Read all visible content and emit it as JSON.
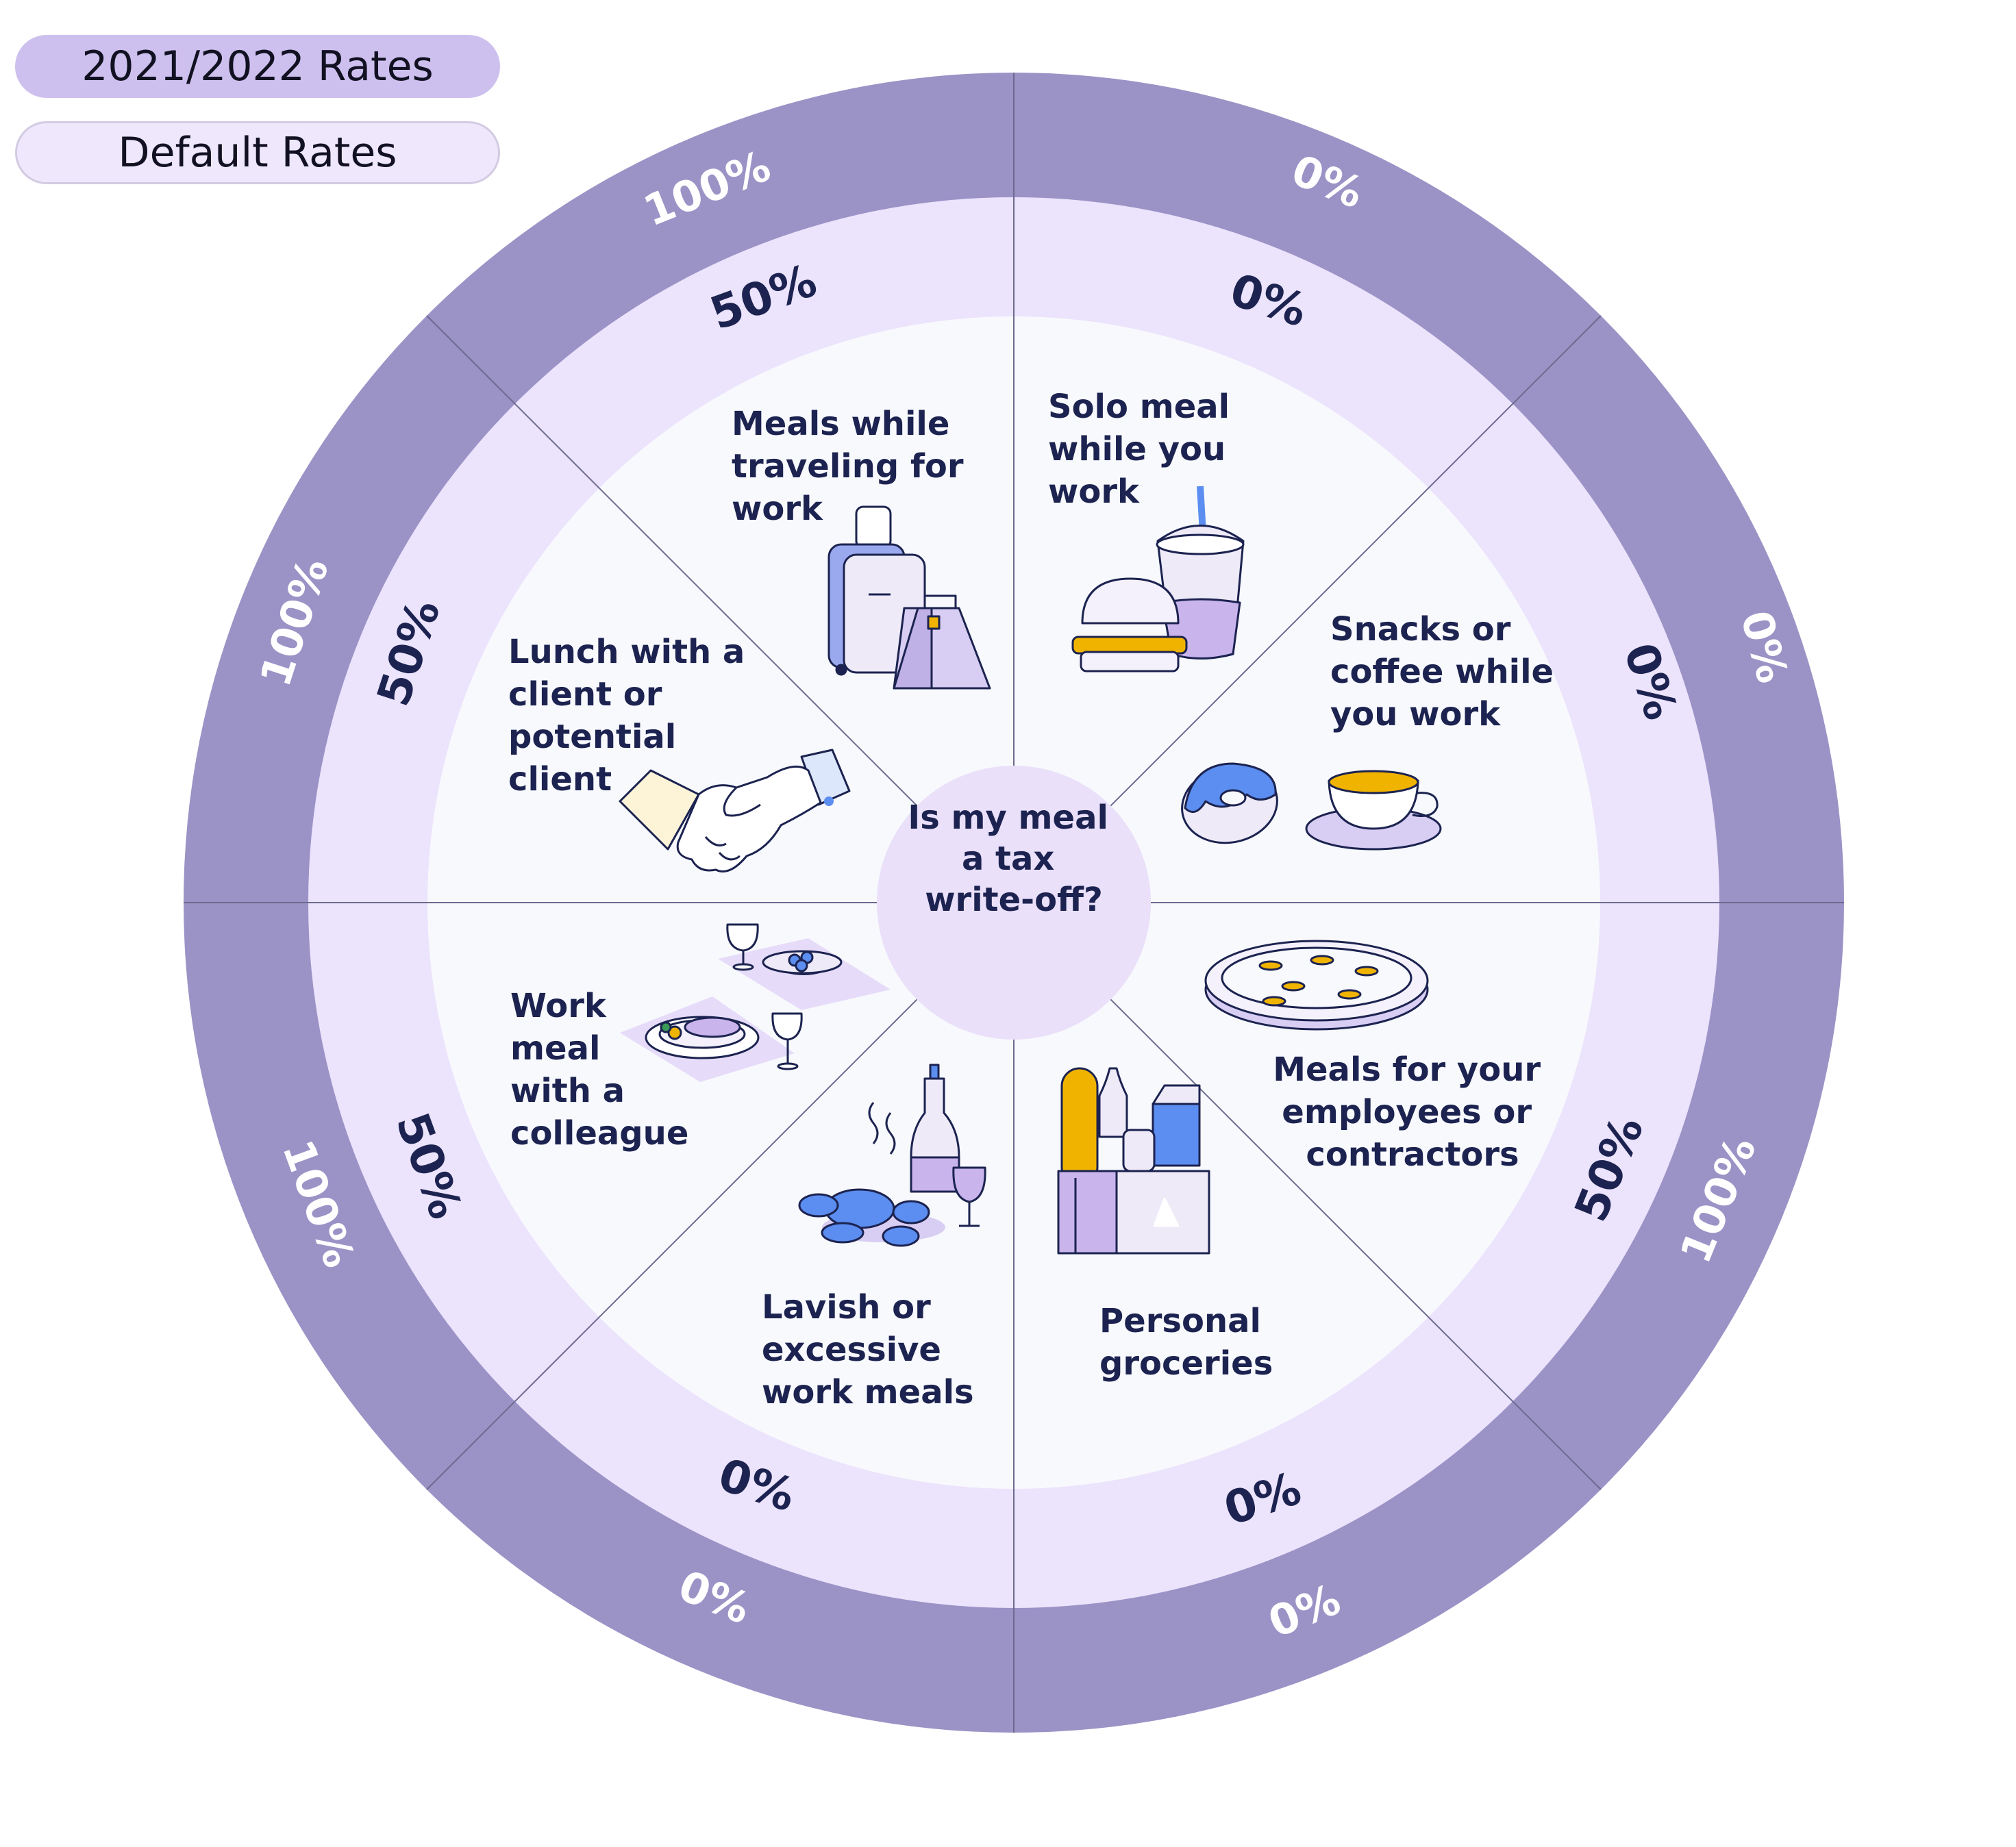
{
  "legend": {
    "current_label": "2021/2022 Rates",
    "default_label": "Default Rates"
  },
  "center_question": [
    "Is my meal",
    "a tax",
    "write-off?"
  ],
  "colors": {
    "outer_ring": "#9b93c6",
    "middle_ring": "#ece3fc",
    "inner_disc": "#f8f9fd",
    "center_circle": "#eae0fa",
    "text_dark": "#1c2350",
    "accent_blue": "#5b8ef0",
    "accent_yellow": "#f0b400"
  },
  "segments": [
    {
      "label": [
        "Meals while",
        "traveling for",
        "work"
      ],
      "rate_2021_2022": "100%",
      "rate_default": "50%",
      "icon": "luggage-icon"
    },
    {
      "label": [
        "Solo meal",
        "while you",
        "work"
      ],
      "rate_2021_2022": "0%",
      "rate_default": "0%",
      "icon": "burger-drink-icon"
    },
    {
      "label": [
        "Snacks or",
        "coffee while",
        "you work"
      ],
      "rate_2021_2022": "0%",
      "rate_default": "0%",
      "icon": "donut-coffee-icon"
    },
    {
      "label": [
        "Meals for your",
        "employees or",
        "contractors"
      ],
      "rate_2021_2022": "100%",
      "rate_default": "50%",
      "icon": "pizza-icon"
    },
    {
      "label": [
        "Personal",
        "groceries"
      ],
      "rate_2021_2022": "0%",
      "rate_default": "0%",
      "icon": "groceries-icon"
    },
    {
      "label": [
        "Lavish or",
        "excessive",
        "work meals"
      ],
      "rate_2021_2022": "0%",
      "rate_default": "0%",
      "icon": "lobster-wine-icon"
    },
    {
      "label": [
        "Work",
        "meal",
        "with a",
        "colleague"
      ],
      "rate_2021_2022": "100%",
      "rate_default": "50%",
      "icon": "table-setting-icon"
    },
    {
      "label": [
        "Lunch with a",
        "client or",
        "potential",
        "client"
      ],
      "rate_2021_2022": "100%",
      "rate_default": "50%",
      "icon": "handshake-icon"
    }
  ]
}
